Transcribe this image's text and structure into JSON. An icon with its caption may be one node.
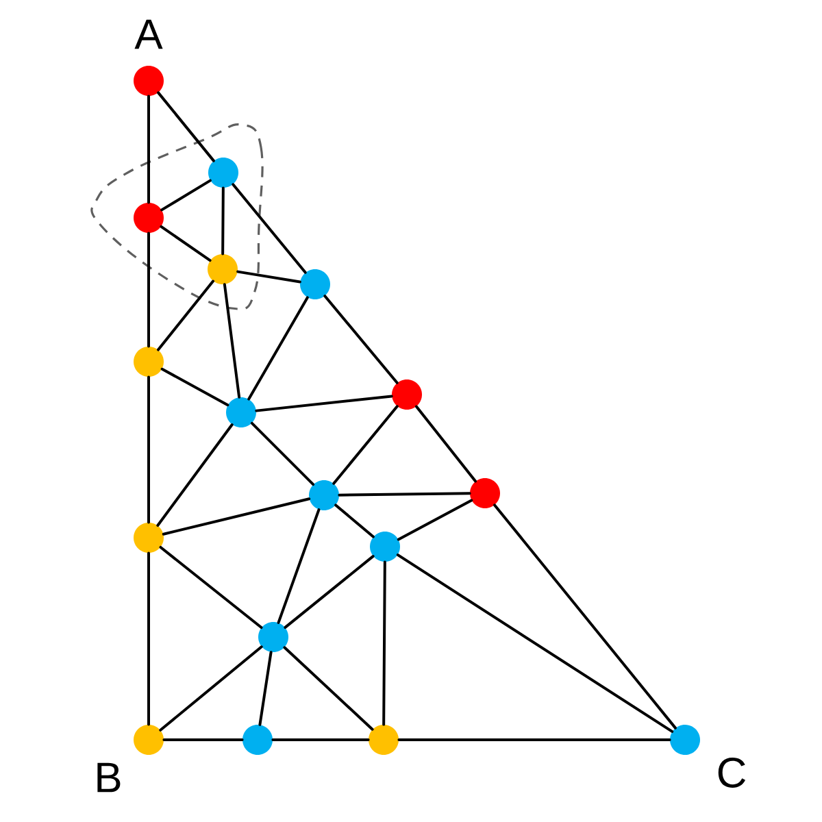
{
  "diagram": {
    "nodes": [
      {
        "text": [],
        "shape": "circle",
        "beside": [
          "A"
        ]
      },
      {
        "text": [],
        "shape": "circle"
      },
      {
        "text": [],
        "shape": "circle"
      },
      {
        "text": [],
        "shape": "circle"
      },
      {
        "text": [],
        "shape": "circle"
      },
      {
        "text": [],
        "shape": "circle"
      },
      {
        "text": [],
        "shape": "circle"
      },
      {
        "text": [],
        "shape": "circle"
      },
      {
        "text": [],
        "shape": "circle"
      },
      {
        "text": [],
        "shape": "circle"
      },
      {
        "text": [],
        "shape": "circle"
      },
      {
        "text": [],
        "shape": "circle"
      },
      {
        "text": [],
        "shape": "circle"
      },
      {
        "text": [],
        "shape": "circle",
        "beside": [
          "B"
        ]
      },
      {
        "text": [],
        "shape": "circle"
      },
      {
        "text": [],
        "shape": "circle"
      },
      {
        "text": [],
        "shape": "circle",
        "beside": [
          "C"
        ]
      }
    ],
    "edges": [
      {
        "from": 0,
        "to": 1,
        "arrow": "none"
      },
      {
        "from": 1,
        "to": 4,
        "arrow": "none"
      },
      {
        "from": 4,
        "to": 7,
        "arrow": "none"
      },
      {
        "from": 7,
        "to": 9,
        "arrow": "none"
      },
      {
        "from": 9,
        "to": 16,
        "arrow": "none"
      },
      {
        "from": 0,
        "to": 2,
        "arrow": "none"
      },
      {
        "from": 2,
        "to": 5,
        "arrow": "none"
      },
      {
        "from": 5,
        "to": 10,
        "arrow": "none"
      },
      {
        "from": 10,
        "to": 13,
        "arrow": "none"
      },
      {
        "from": 13,
        "to": 14,
        "arrow": "none"
      },
      {
        "from": 14,
        "to": 15,
        "arrow": "none"
      },
      {
        "from": 15,
        "to": 16,
        "arrow": "none"
      },
      {
        "from": 1,
        "to": 2,
        "arrow": "none"
      },
      {
        "from": 1,
        "to": 3,
        "arrow": "none"
      },
      {
        "from": 2,
        "to": 3,
        "arrow": "none"
      },
      {
        "from": 3,
        "to": 4,
        "arrow": "none"
      },
      {
        "from": 3,
        "to": 5,
        "arrow": "none"
      },
      {
        "from": 3,
        "to": 6,
        "arrow": "none"
      },
      {
        "from": 4,
        "to": 6,
        "arrow": "none"
      },
      {
        "from": 5,
        "to": 6,
        "arrow": "none"
      },
      {
        "from": 6,
        "to": 7,
        "arrow": "none"
      },
      {
        "from": 6,
        "to": 10,
        "arrow": "none"
      },
      {
        "from": 6,
        "to": 8,
        "arrow": "none"
      },
      {
        "from": 7,
        "to": 8,
        "arrow": "none"
      },
      {
        "from": 8,
        "to": 9,
        "arrow": "none"
      },
      {
        "from": 8,
        "to": 10,
        "arrow": "none"
      },
      {
        "from": 8,
        "to": 11,
        "arrow": "none"
      },
      {
        "from": 9,
        "to": 11,
        "arrow": "none"
      },
      {
        "from": 8,
        "to": 12,
        "arrow": "none"
      },
      {
        "from": 11,
        "to": 12,
        "arrow": "none"
      },
      {
        "from": 11,
        "to": 15,
        "arrow": "none"
      },
      {
        "from": 11,
        "to": 16,
        "arrow": "none"
      },
      {
        "from": 10,
        "to": 12,
        "arrow": "none"
      },
      {
        "from": 12,
        "to": 13,
        "arrow": "none"
      },
      {
        "from": 12,
        "to": 14,
        "arrow": "none"
      },
      {
        "from": 12,
        "to": 15,
        "arrow": "none"
      }
    ]
  }
}
